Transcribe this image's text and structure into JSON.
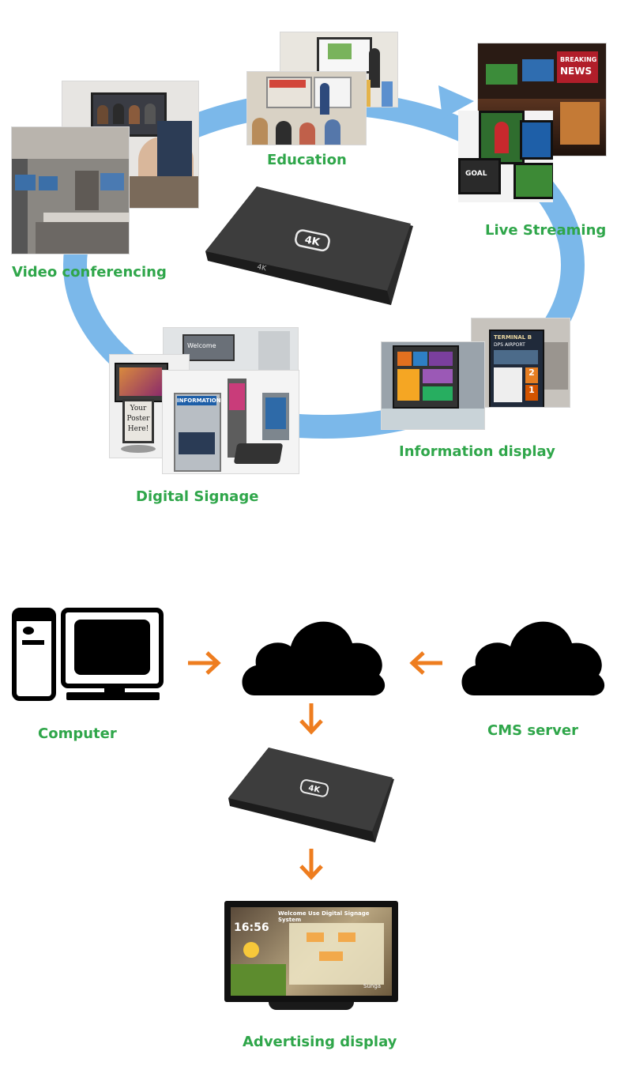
{
  "usage_scenarios": {
    "education": "Education",
    "live_streaming": "Live Streaming",
    "video_conferencing": "Video conferencing",
    "information_display": "Information display",
    "digital_signage": "Digital Signage"
  },
  "device": {
    "badge": "4K",
    "side_mark": "4K"
  },
  "photo_text": {
    "news": "NEWS",
    "breaking": "BREAKING",
    "goal": "GOAL",
    "terminal": "TERMINAL B",
    "airport": "DPS AIRPORT",
    "gate_a": "2",
    "gate_b": "1",
    "information": "INFORMATION",
    "poster": "Your Poster Here!",
    "welcome": "Welcome"
  },
  "workflow": {
    "computer": "Computer",
    "cms_server": "CMS server",
    "advertising_display": "Advertising display",
    "screen_title": "Welcome Use Digital Signage System",
    "screen_time": "16:56",
    "screen_brand": "Sunga"
  },
  "colors": {
    "label_green": "#2fa64a",
    "ring_blue": "#7bb8ea",
    "arrow_orange": "#ee7d1f"
  }
}
